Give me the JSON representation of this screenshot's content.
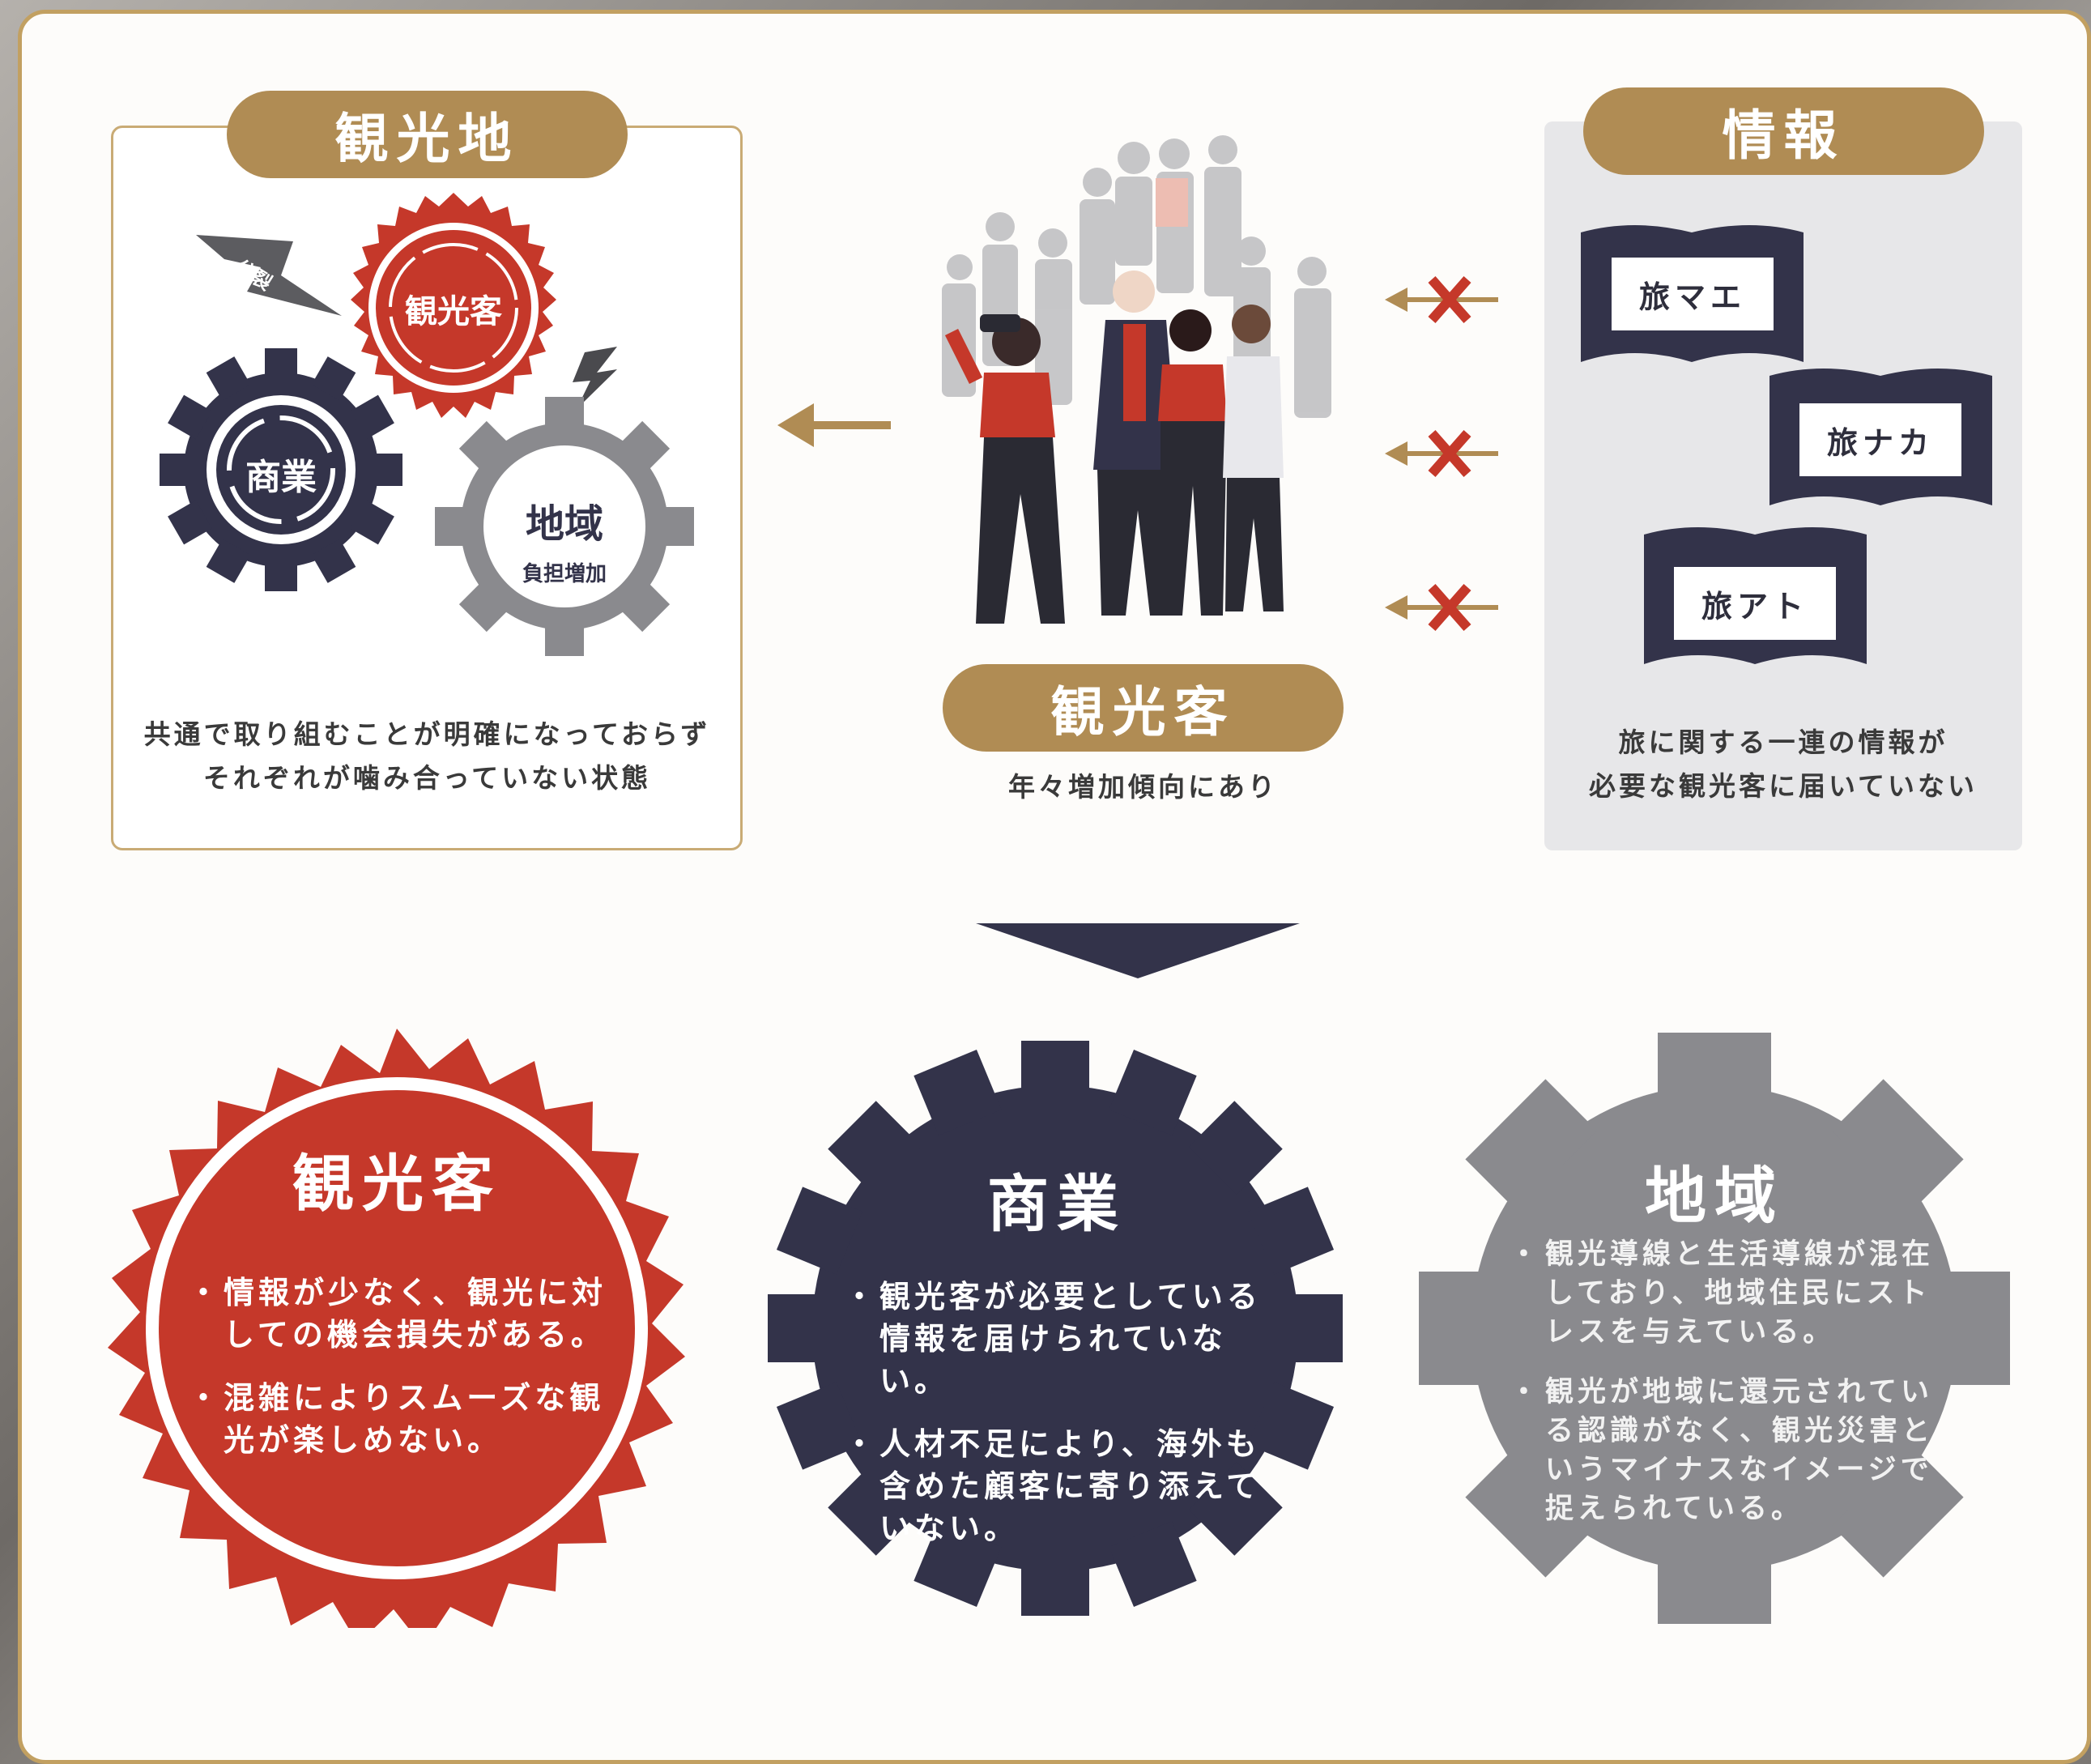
{
  "colors": {
    "gold": "#b08c54",
    "red": "#c5382a",
    "navy": "#33334a",
    "gray": "#8a8a8e"
  },
  "tourist_site": {
    "title": "観光地",
    "gear_tourist": "観光客",
    "gear_commerce": "商業",
    "gear_region": "地域",
    "gear_region_sub": "負担増加",
    "split_label": "分裂",
    "caption_line1": "共通で取り組むことが明確になっておらず",
    "caption_line2": "それぞれが噛み合っていない状態"
  },
  "tourists": {
    "title": "観光客",
    "caption": "年々増加傾向にあり"
  },
  "information": {
    "title": "情報",
    "books": [
      "旅マエ",
      "旅ナカ",
      "旅アト"
    ],
    "caption_line1": "旅に関する一連の情報が",
    "caption_line2": "必要な観光客に届いていない"
  },
  "results": [
    {
      "title": "観光客",
      "bullets": [
        "情報が少なく、観光に対しての機会損失がある。",
        "混雑によりスムーズな観光が楽しめない。"
      ]
    },
    {
      "title": "商業",
      "bullets": [
        "観光客が必要としている情報を届けられていない。",
        "人材不足により、海外も含めた顧客に寄り添えていない。"
      ]
    },
    {
      "title": "地域",
      "bullets": [
        "観光導線と生活導線が混在しており、地域住民にストレスを与えている。",
        "観光が地域に還元されている認識がなく、観光災害というマイナスなイメージで捉えられている。"
      ]
    }
  ]
}
